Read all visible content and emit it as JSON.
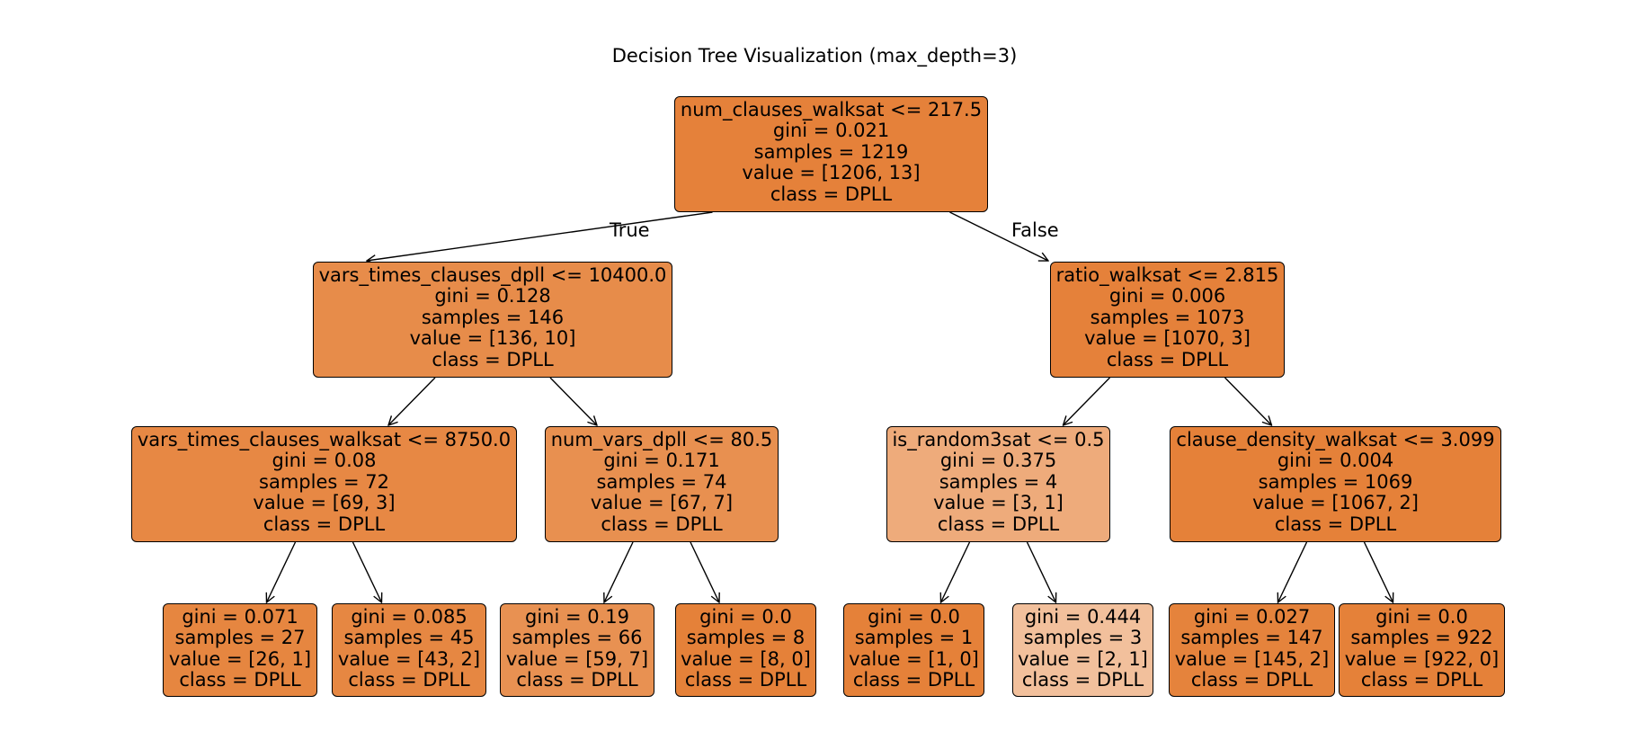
{
  "title": "Decision Tree Visualization (max_depth=3)",
  "edge_labels": {
    "true": "True",
    "false": "False"
  },
  "nodes": [
    {
      "id": "root",
      "parent": null,
      "color": "#e5813a",
      "lines": [
        "num_clauses_walksat <= 217.5",
        "gini = 0.021",
        "samples = 1219",
        "value = [1206, 13]",
        "class = DPLL"
      ]
    },
    {
      "id": "n1",
      "parent": "root",
      "color": "#e78c4a",
      "lines": [
        "vars_times_clauses_dpll <= 10400.0",
        "gini = 0.128",
        "samples = 146",
        "value = [136, 10]",
        "class = DPLL"
      ]
    },
    {
      "id": "n2",
      "parent": "root",
      "color": "#e5813a",
      "lines": [
        "ratio_walksat <= 2.815",
        "gini = 0.006",
        "samples = 1073",
        "value = [1070, 3]",
        "class = DPLL"
      ]
    },
    {
      "id": "n1a",
      "parent": "n1",
      "color": "#e78844",
      "lines": [
        "vars_times_clauses_walksat <= 8750.0",
        "gini = 0.08",
        "samples = 72",
        "value = [69, 3]",
        "class = DPLL"
      ]
    },
    {
      "id": "n1b",
      "parent": "n1",
      "color": "#e89050",
      "lines": [
        "num_vars_dpll <= 80.5",
        "gini = 0.171",
        "samples = 74",
        "value = [67, 7]",
        "class = DPLL"
      ]
    },
    {
      "id": "n2a",
      "parent": "n2",
      "color": "#eeab7b",
      "lines": [
        "is_random3sat <= 0.5",
        "gini = 0.375",
        "samples = 4",
        "value = [3, 1]",
        "class = DPLL"
      ]
    },
    {
      "id": "n2b",
      "parent": "n2",
      "color": "#e58139",
      "lines": [
        "clause_density_walksat <= 3.099",
        "gini = 0.004",
        "samples = 1069",
        "value = [1067, 2]",
        "class = DPLL"
      ]
    },
    {
      "id": "l1",
      "parent": "n1a",
      "color": "#e68640",
      "lines": [
        "gini = 0.071",
        "samples = 27",
        "value = [26, 1]",
        "class = DPLL"
      ]
    },
    {
      "id": "l2",
      "parent": "n1a",
      "color": "#e68742",
      "lines": [
        "gini = 0.085",
        "samples = 45",
        "value = [43, 2]",
        "class = DPLL"
      ]
    },
    {
      "id": "l3",
      "parent": "n1b",
      "color": "#e89152",
      "lines": [
        "gini = 0.19",
        "samples = 66",
        "value = [59, 7]",
        "class = DPLL"
      ]
    },
    {
      "id": "l4",
      "parent": "n1b",
      "color": "#e58139",
      "lines": [
        "gini = 0.0",
        "samples = 8",
        "value = [8, 0]",
        "class = DPLL"
      ]
    },
    {
      "id": "l5",
      "parent": "n2a",
      "color": "#e58139",
      "lines": [
        "gini = 0.0",
        "samples = 1",
        "value = [1, 0]",
        "class = DPLL"
      ]
    },
    {
      "id": "l6",
      "parent": "n2a",
      "color": "#f2c09c",
      "lines": [
        "gini = 0.444",
        "samples = 3",
        "value = [2, 1]",
        "class = DPLL"
      ]
    },
    {
      "id": "l7",
      "parent": "n2b",
      "color": "#e5833c",
      "lines": [
        "gini = 0.027",
        "samples = 147",
        "value = [145, 2]",
        "class = DPLL"
      ]
    },
    {
      "id": "l8",
      "parent": "n2b",
      "color": "#e58139",
      "lines": [
        "gini = 0.0",
        "samples = 922",
        "value = [922, 0]",
        "class = DPLL"
      ]
    }
  ]
}
